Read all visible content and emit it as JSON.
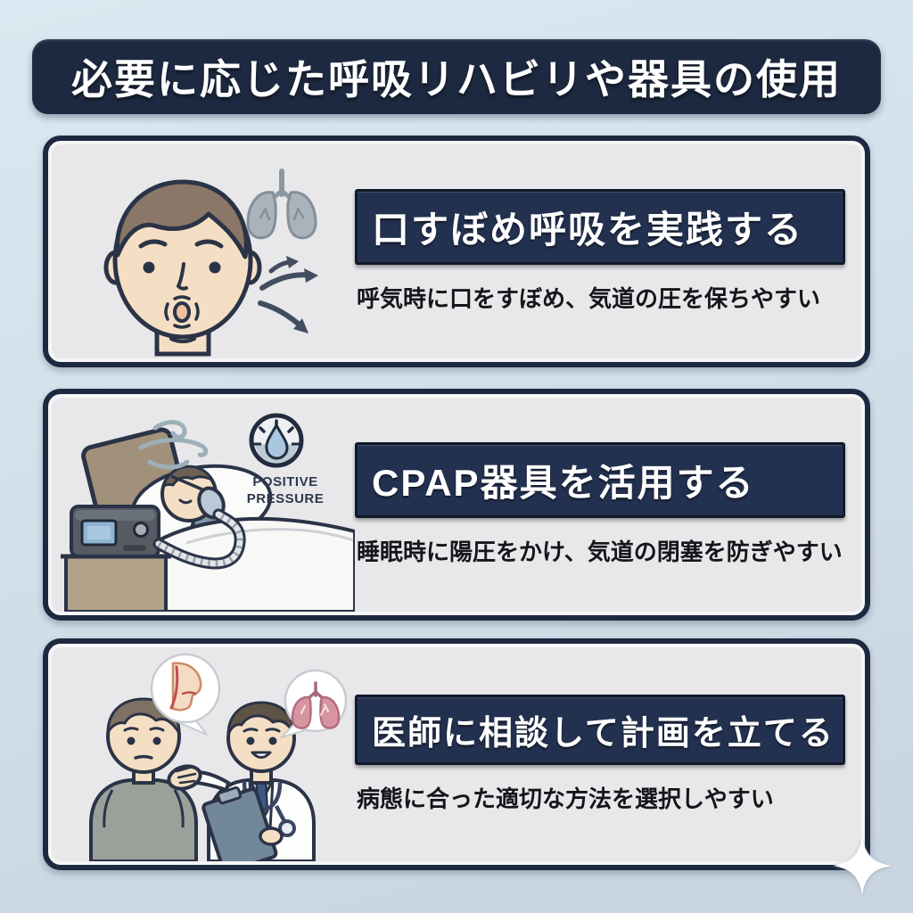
{
  "title": "必要に応じた呼吸リハビリや器具の使用",
  "cards": [
    {
      "heading": "口すぼめ呼吸を実践する",
      "description": "呼気時に口をすぼめ、気道の圧を保ちやすい",
      "illustration": "pursed-lip-breathing-face"
    },
    {
      "heading": "CPAP器具を活用する",
      "description": "睡眠時に陽圧をかけ、気道の閉塞を防ぎやすい",
      "illustration": "cpap-device-sleeping-patient",
      "label": "POSITIVE PRESSURE"
    },
    {
      "heading": "医師に相談して計画を立てる",
      "description": "病態に合った適切な方法を選択しやすい",
      "illustration": "doctor-patient-consultation"
    }
  ],
  "colors": {
    "background": "#d2e0ea",
    "navy": "#1d2940",
    "heading_bar": "#233150",
    "card_background": "#e8e8ea",
    "heading_text": "#ffffff",
    "body_text": "#15151a"
  }
}
